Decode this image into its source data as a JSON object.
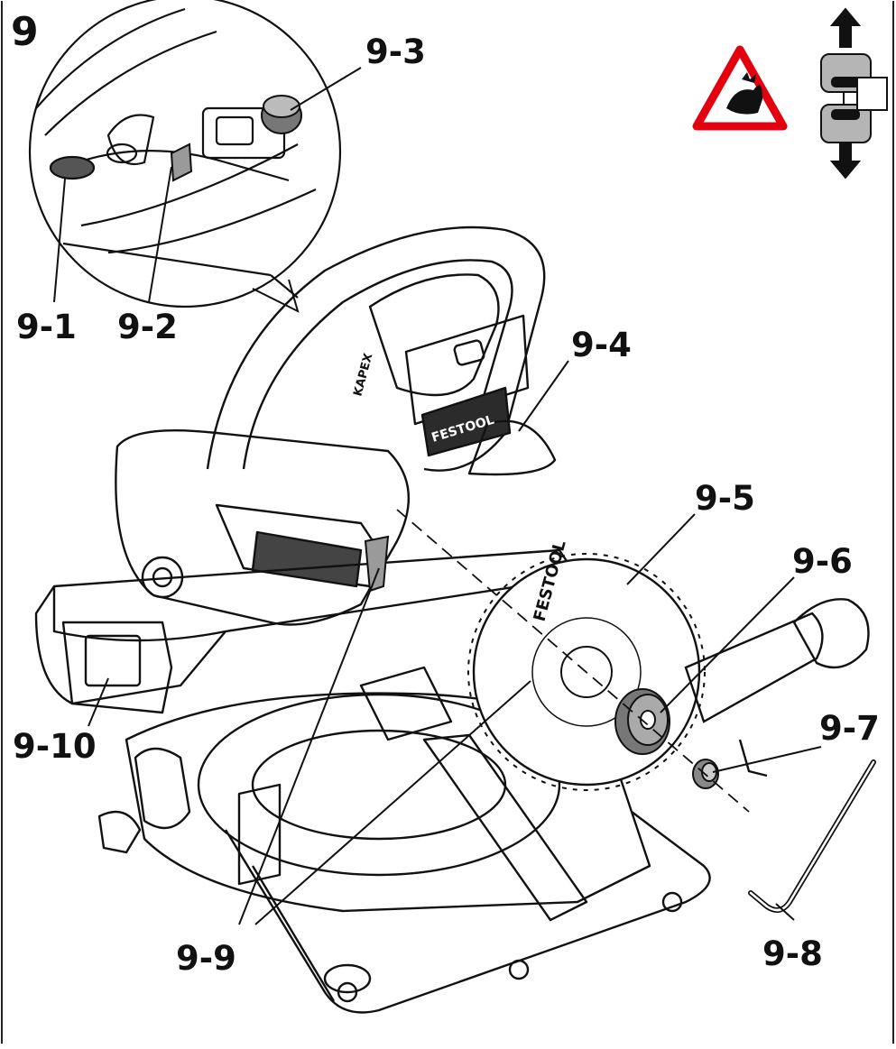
{
  "figure": {
    "number": "9",
    "blade_print": {
      "brand": "FESTOOL"
    },
    "handle_print": {
      "brand": "FESTOOL",
      "model": "KAPEX"
    },
    "callouts": [
      {
        "id": "9-1",
        "text": "9-1"
      },
      {
        "id": "9-2",
        "text": "9-2"
      },
      {
        "id": "9-3",
        "text": "9-3"
      },
      {
        "id": "9-4",
        "text": "9-4"
      },
      {
        "id": "9-5",
        "text": "9-5"
      },
      {
        "id": "9-6",
        "text": "9-6"
      },
      {
        "id": "9-7",
        "text": "9-7"
      },
      {
        "id": "9-8",
        "text": "9-8"
      },
      {
        "id": "9-9",
        "text": "9-9"
      },
      {
        "id": "9-10",
        "text": "9-10"
      }
    ],
    "icons": [
      "hand-injury-warning-icon",
      "pull-apart-arrows-icon"
    ],
    "colors": {
      "warning_red": "#e3000f",
      "line": "#111111",
      "fill_gray": "#9a9a9a"
    }
  }
}
